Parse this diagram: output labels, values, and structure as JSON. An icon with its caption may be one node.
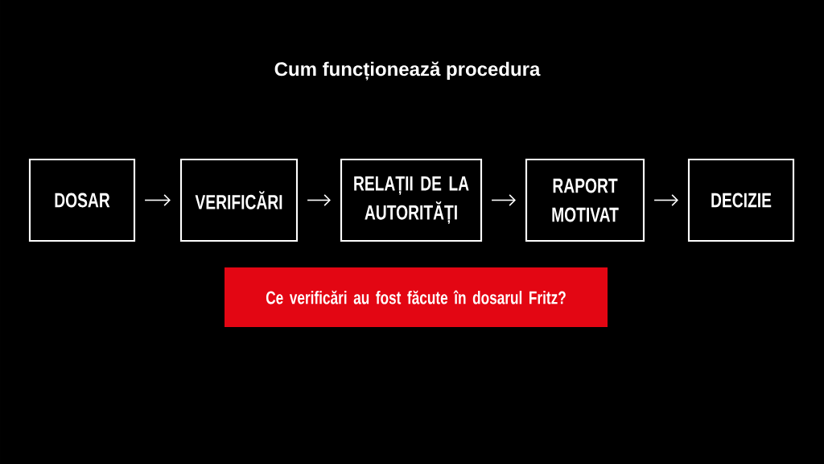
{
  "diagram": {
    "title": "Cum funcționează procedura",
    "nodes": [
      {
        "text": [
          "DOSAR"
        ]
      },
      {
        "text": [
          "VERIFICĂRI"
        ]
      },
      {
        "text": [
          "RELAȚII DE LA AUTORITĂȚI"
        ]
      },
      {
        "text": [
          "RAPORT MOTIVAT"
        ]
      },
      {
        "text": [
          "DECIZIE"
        ]
      },
      {
        "text": [
          "Ce verificări au fost făcute în dosarul Fritz?"
        ]
      }
    ],
    "edges": [
      {
        "from": 0,
        "to": 1,
        "arrow": "to"
      },
      {
        "from": 1,
        "to": 2,
        "arrow": "to"
      },
      {
        "from": 2,
        "to": 3,
        "arrow": "to"
      },
      {
        "from": 3,
        "to": 4,
        "arrow": "to"
      }
    ]
  }
}
